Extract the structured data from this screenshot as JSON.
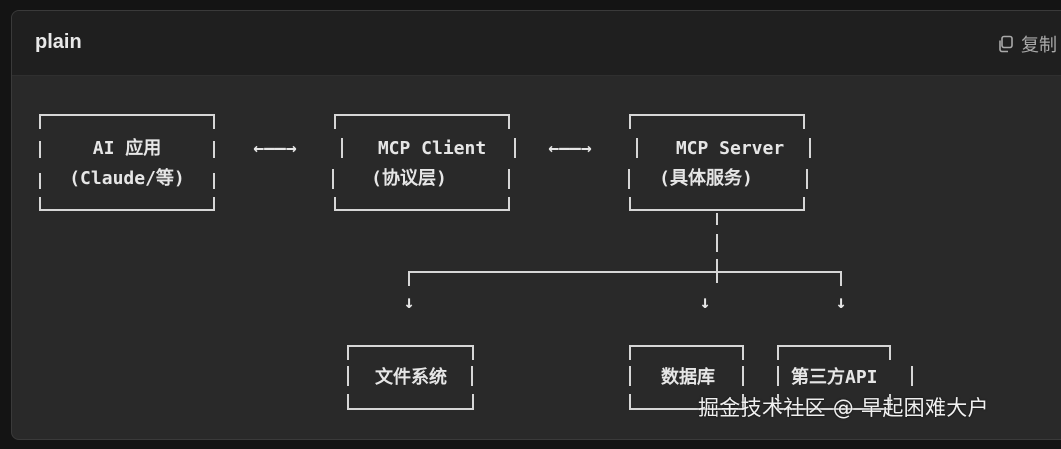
{
  "header": {
    "language": "plain",
    "copy_label": "复制"
  },
  "diagram": {
    "ai_app": {
      "line1": "AI 应用",
      "line2": "(Claude/等)"
    },
    "mcp_client": {
      "line1": "MCP Client",
      "line2": "(协议层)"
    },
    "mcp_server": {
      "line1": "MCP Server",
      "line2": "(具体服务)"
    },
    "filesystem": {
      "label": "文件系统"
    },
    "database": {
      "label": "数据库"
    },
    "third_party": {
      "label": "第三方API"
    },
    "arrow_bidirectional": "←——→",
    "arrow_down": "↓"
  },
  "watermark": "掘金技术社区 @ 早起困难大户",
  "colors": {
    "page_bg": "#141414",
    "card_bg": "#292929",
    "header_bg": "#1f1f1f",
    "text": "#e6e6e6"
  }
}
